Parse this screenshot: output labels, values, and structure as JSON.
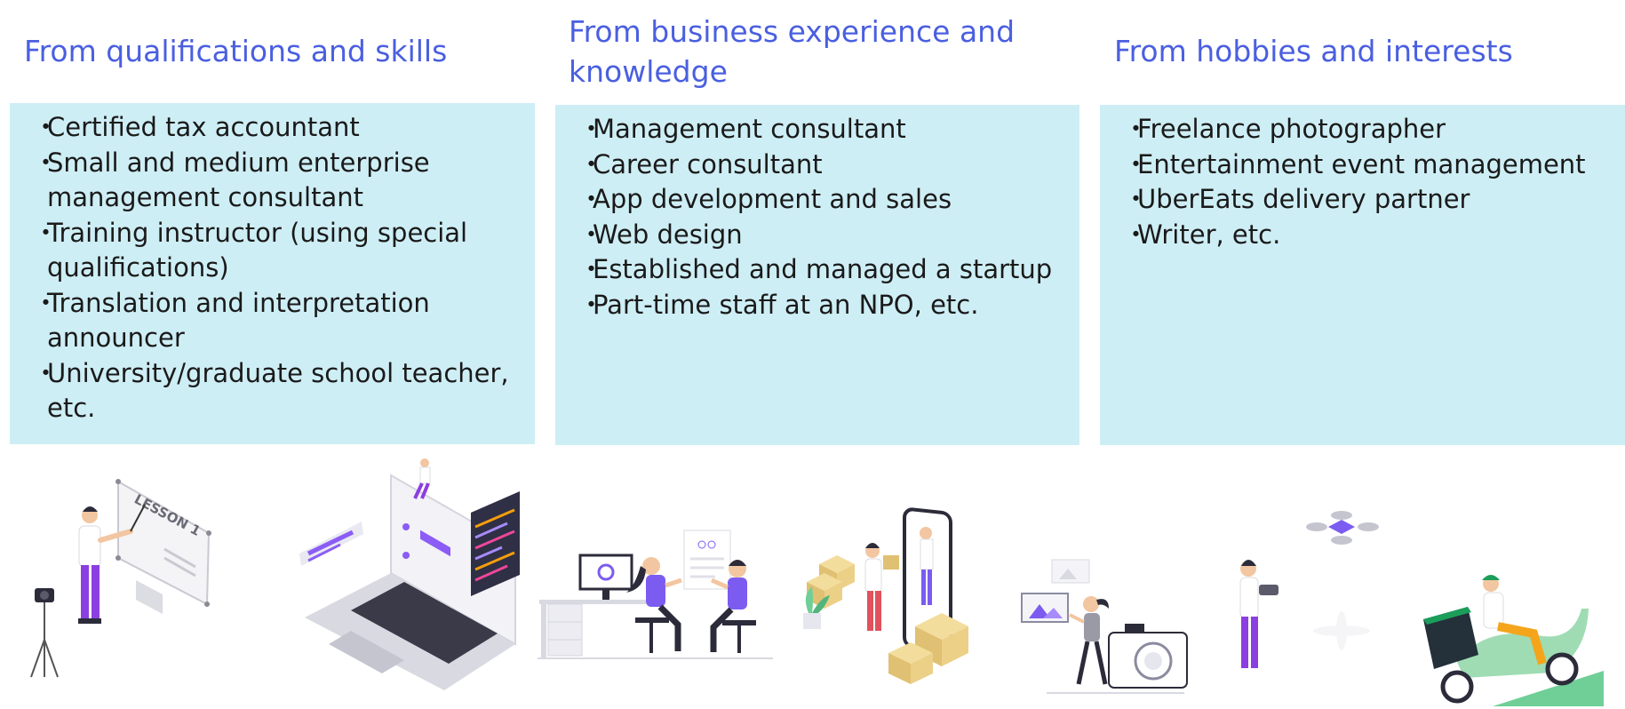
{
  "columns": [
    {
      "title": "From qualifications and skills",
      "items": [
        "Certified tax accountant",
        "Small and medium enterprise management consultant",
        "Training instructor (using special qualifications)",
        "Translation and interpretation announcer",
        "University/graduate school teacher, etc."
      ]
    },
    {
      "title": "From business experience and knowledge",
      "items": [
        "Management consultant",
        "Career consultant",
        "App development and sales",
        "Web design",
        "Established and managed a startup",
        "Part-time staff at an NPO, etc."
      ]
    },
    {
      "title": "From hobbies and interests",
      "items": [
        "Freelance photographer",
        "Entertainment event management",
        "UberEats delivery partner",
        "Writer, etc."
      ]
    }
  ],
  "bullet": "・",
  "illustrations": {
    "lesson_board_text": "LESSON 1"
  },
  "colors": {
    "title": "#4a5fe0",
    "box": "#ceeef5",
    "accent_purple": "#7c5cf0",
    "accent_green": "#6fcf97"
  }
}
